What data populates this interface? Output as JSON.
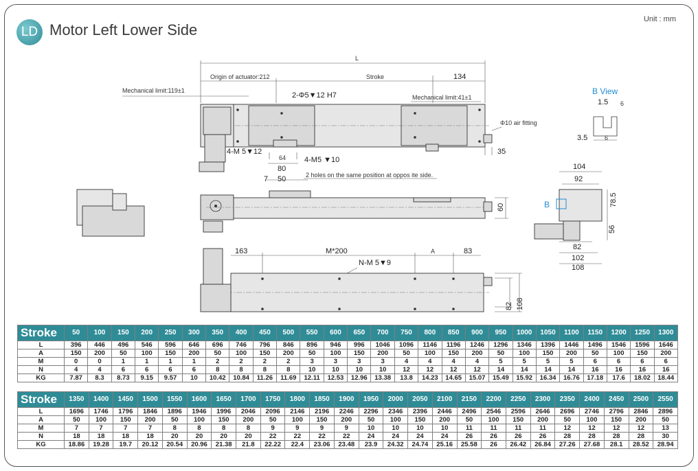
{
  "header": {
    "badge": "LD",
    "title": "Motor Left Lower Side",
    "unit": "Unit : mm"
  },
  "drawing": {
    "dim_L": "L",
    "origin_label": "Origin of actuator:212",
    "stroke_label": "Stroke",
    "dim_134": "134",
    "mech_limit_left": "Mechanical limit:119±1",
    "mech_limit_right": "Mechanical limit:41±1",
    "hole_spec_top": "2-Φ5▼12 H7",
    "air_fitting": "Φ10 air fitting",
    "m5_depth": "4-M 5▼12",
    "dim_64": "64",
    "dim_80": "80",
    "m5_bottom": "4-M5 ▼10",
    "dim_35": "35",
    "dim_7": "7",
    "dim_50": "50",
    "two_holes_note": "2 holes on the same position at oppos ite side.",
    "dim_60": "60",
    "dim_163": "163",
    "dim_M200": "M*200",
    "dim_A": "A",
    "dim_83": "83",
    "nm5_depth": "N-M 5▼9",
    "dim_82_side": "82",
    "dim_108_side": "108",
    "b_view": "B View",
    "bview_15": "1.5",
    "bview_6a": "6",
    "bview_35": "3.5",
    "bview_6b": "6",
    "end_104": "104",
    "end_92": "92",
    "end_785": "78.5",
    "end_56": "56",
    "end_82": "82",
    "end_102": "102",
    "end_108": "108",
    "end_B": "B"
  },
  "spec_table": {
    "row_labels": [
      "Stroke",
      "L",
      "A",
      "M",
      "N",
      "KG"
    ],
    "part1": {
      "stroke": [
        "50",
        "100",
        "150",
        "200",
        "250",
        "300",
        "350",
        "400",
        "450",
        "500",
        "550",
        "600",
        "650",
        "700",
        "750",
        "800",
        "850",
        "900",
        "950",
        "1000",
        "1050",
        "1100",
        "1150",
        "1200",
        "1250",
        "1300"
      ],
      "L": [
        "396",
        "446",
        "496",
        "546",
        "596",
        "646",
        "696",
        "746",
        "796",
        "846",
        "896",
        "946",
        "996",
        "1046",
        "1096",
        "1146",
        "1196",
        "1246",
        "1296",
        "1346",
        "1396",
        "1446",
        "1496",
        "1546",
        "1596",
        "1646"
      ],
      "A": [
        "150",
        "200",
        "50",
        "100",
        "150",
        "200",
        "50",
        "100",
        "150",
        "200",
        "50",
        "100",
        "150",
        "200",
        "50",
        "100",
        "150",
        "200",
        "50",
        "100",
        "150",
        "200",
        "50",
        "100",
        "150",
        "200"
      ],
      "M": [
        "0",
        "0",
        "1",
        "1",
        "1",
        "1",
        "2",
        "2",
        "2",
        "2",
        "3",
        "3",
        "3",
        "3",
        "4",
        "4",
        "4",
        "4",
        "5",
        "5",
        "5",
        "5",
        "6",
        "6",
        "6",
        "6"
      ],
      "N": [
        "4",
        "4",
        "6",
        "6",
        "6",
        "6",
        "8",
        "8",
        "8",
        "8",
        "10",
        "10",
        "10",
        "10",
        "12",
        "12",
        "12",
        "12",
        "14",
        "14",
        "14",
        "14",
        "16",
        "16",
        "16",
        "16"
      ],
      "KG": [
        "7.87",
        "8.3",
        "8.73",
        "9.15",
        "9.57",
        "10",
        "10.42",
        "10.84",
        "11.26",
        "11.69",
        "12.11",
        "12.53",
        "12.96",
        "13.38",
        "13.8",
        "14.23",
        "14.65",
        "15.07",
        "15.49",
        "15.92",
        "16.34",
        "16.76",
        "17.18",
        "17.6",
        "18.02",
        "18.44"
      ]
    },
    "part2": {
      "stroke": [
        "1350",
        "1400",
        "1450",
        "1500",
        "1550",
        "1600",
        "1650",
        "1700",
        "1750",
        "1800",
        "1850",
        "1900",
        "1950",
        "2000",
        "2050",
        "2100",
        "2150",
        "2200",
        "2250",
        "2300",
        "2350",
        "2400",
        "2450",
        "2500",
        "2550"
      ],
      "L": [
        "1696",
        "1746",
        "1796",
        "1846",
        "1896",
        "1946",
        "1996",
        "2046",
        "2096",
        "2146",
        "2196",
        "2246",
        "2296",
        "2346",
        "2396",
        "2446",
        "2496",
        "2546",
        "2596",
        "2646",
        "2696",
        "2746",
        "2796",
        "2846",
        "2896"
      ],
      "A": [
        "50",
        "100",
        "150",
        "200",
        "50",
        "100",
        "150",
        "200",
        "50",
        "100",
        "150",
        "200",
        "50",
        "100",
        "150",
        "200",
        "50",
        "100",
        "150",
        "200",
        "50",
        "100",
        "150",
        "200",
        "50"
      ],
      "M": [
        "7",
        "7",
        "7",
        "7",
        "8",
        "8",
        "8",
        "8",
        "9",
        "9",
        "9",
        "9",
        "10",
        "10",
        "10",
        "10",
        "11",
        "11",
        "11",
        "11",
        "12",
        "12",
        "12",
        "12",
        "13"
      ],
      "N": [
        "18",
        "18",
        "18",
        "18",
        "20",
        "20",
        "20",
        "20",
        "22",
        "22",
        "22",
        "22",
        "24",
        "24",
        "24",
        "24",
        "26",
        "26",
        "26",
        "26",
        "28",
        "28",
        "28",
        "28",
        "30"
      ],
      "KG": [
        "18.86",
        "19.28",
        "19.7",
        "20.12",
        "20.54",
        "20.96",
        "21.38",
        "21.8",
        "22.22",
        "22.4",
        "23.06",
        "23.48",
        "23.9",
        "24.32",
        "24.74",
        "25.16",
        "25.58",
        "26",
        "26.42",
        "26.84",
        "27.26",
        "27.68",
        "28.1",
        "28.52",
        "28.94"
      ]
    }
  }
}
